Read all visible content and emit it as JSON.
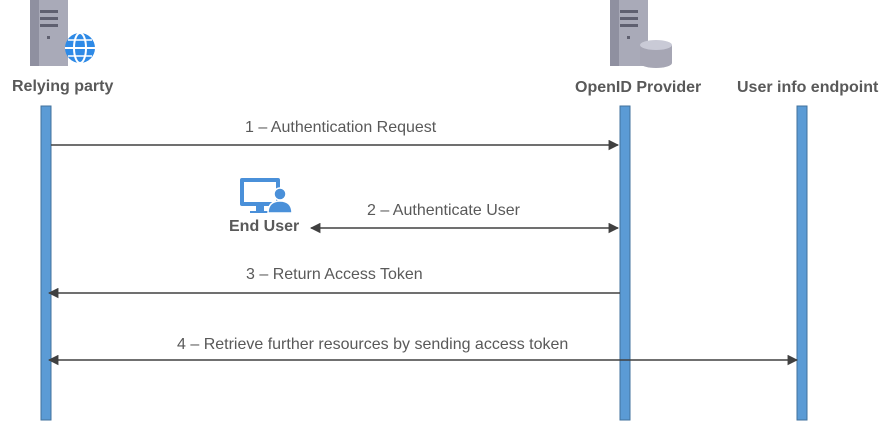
{
  "actors": {
    "relying_party": "Relying party",
    "openid_provider": "OpenID Provider",
    "user_info_endpoint": "User info endpoint"
  },
  "end_user": {
    "label": "End User",
    "icon": "user-computer-icon"
  },
  "messages": [
    {
      "label": "1 – Authentication Request",
      "from": "relying_party",
      "to": "openid_provider",
      "direction": "right"
    },
    {
      "label": "2 – Authenticate User",
      "from": "openid_provider",
      "to": "end_user",
      "direction": "both"
    },
    {
      "label": "3 – Return Access Token",
      "from": "openid_provider",
      "to": "relying_party",
      "direction": "left"
    },
    {
      "label": "4 – Retrieve further resources by sending access token",
      "from": "relying_party",
      "to": "user_info_endpoint",
      "direction": "both"
    }
  ],
  "colors": {
    "lifeline": "#5b9bd5",
    "lifeline_border": "#41719c",
    "arrow": "#404040",
    "text": "#595959",
    "server": "#a6a6b4",
    "globe": "#2e8ae6"
  }
}
